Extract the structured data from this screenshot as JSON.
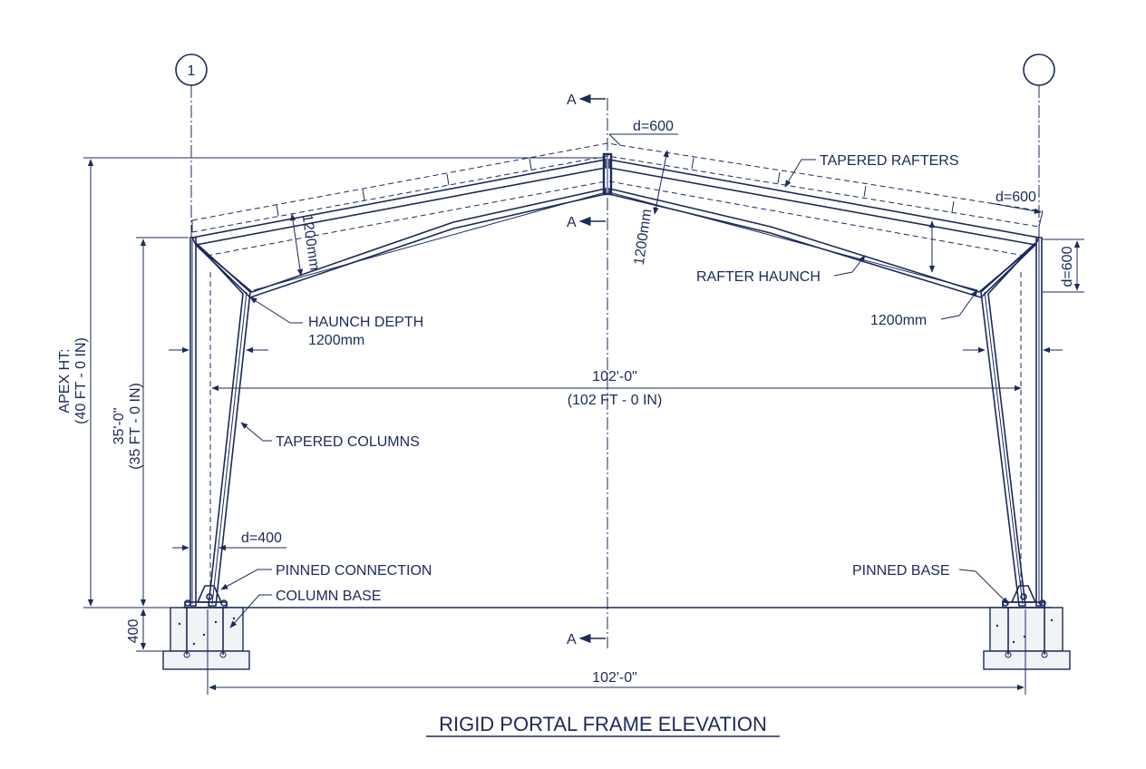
{
  "drawing": {
    "title": "RIGID PORTAL FRAME ELEVATION",
    "grid_left": "1",
    "grid_right": "",
    "section_mark": "A",
    "labels": {
      "tapered_rafters": "TAPERED RAFTERS",
      "rafter_haunch": "RAFTER HAUNCH",
      "haunch_depth": "HAUNCH DEPTH",
      "haunch_depth_value": "1200mm",
      "tapered_columns": "TAPERED COLUMNS",
      "pinned_connection": "PINNED CONNECTION",
      "column_base": "COLUMN BASE",
      "pinned_base": "PINNED BASE",
      "right_haunch_value": "1200mm"
    },
    "dimensions": {
      "apex_ht_label": "APEX HT:",
      "apex_ht_value": "(40 FT - 0 IN)",
      "eave_ht": "35'-0\"",
      "eave_ht_value": "(35 FT - 0 IN)",
      "span": "102'-0\"",
      "span_value": "(102 FT - 0 IN)",
      "span_bottom": "102'-0\"",
      "footing": "400",
      "d_ridge": "d=600",
      "d_eave": "d=600",
      "d_eave_right": "d=600",
      "d_base": "d=400",
      "haunch_left_dim": "1200mm",
      "haunch_ridge_dim": "1200mm"
    }
  }
}
